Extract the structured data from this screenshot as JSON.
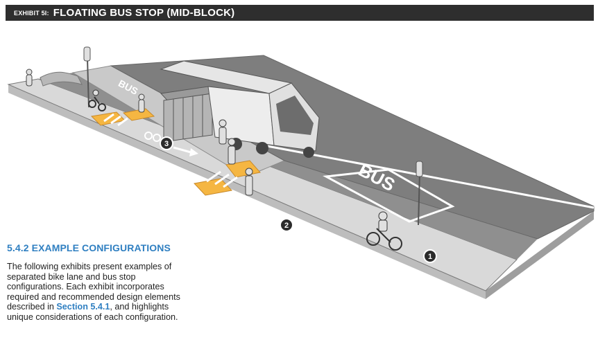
{
  "header": {
    "prefix": "EXHIBIT 5I:",
    "title": "FLOATING BUS STOP (MID-BLOCK)",
    "background": "#2e2e2e"
  },
  "illustration": {
    "callouts": [
      "1",
      "2",
      "3"
    ],
    "pavement_markings": [
      "BUS",
      "BUS"
    ]
  },
  "section": {
    "heading": "5.4.2  EXAMPLE CONFIGURATIONS",
    "body_before": "The following exhibits present examples of separated bike lane and bus stop configurations. Each exhibit incorporates required and recommended design elements described in ",
    "link": "Section 5.4.1",
    "body_after": ", and highlights unique considerations of each configuration.",
    "accent": "#2f7fc1"
  }
}
